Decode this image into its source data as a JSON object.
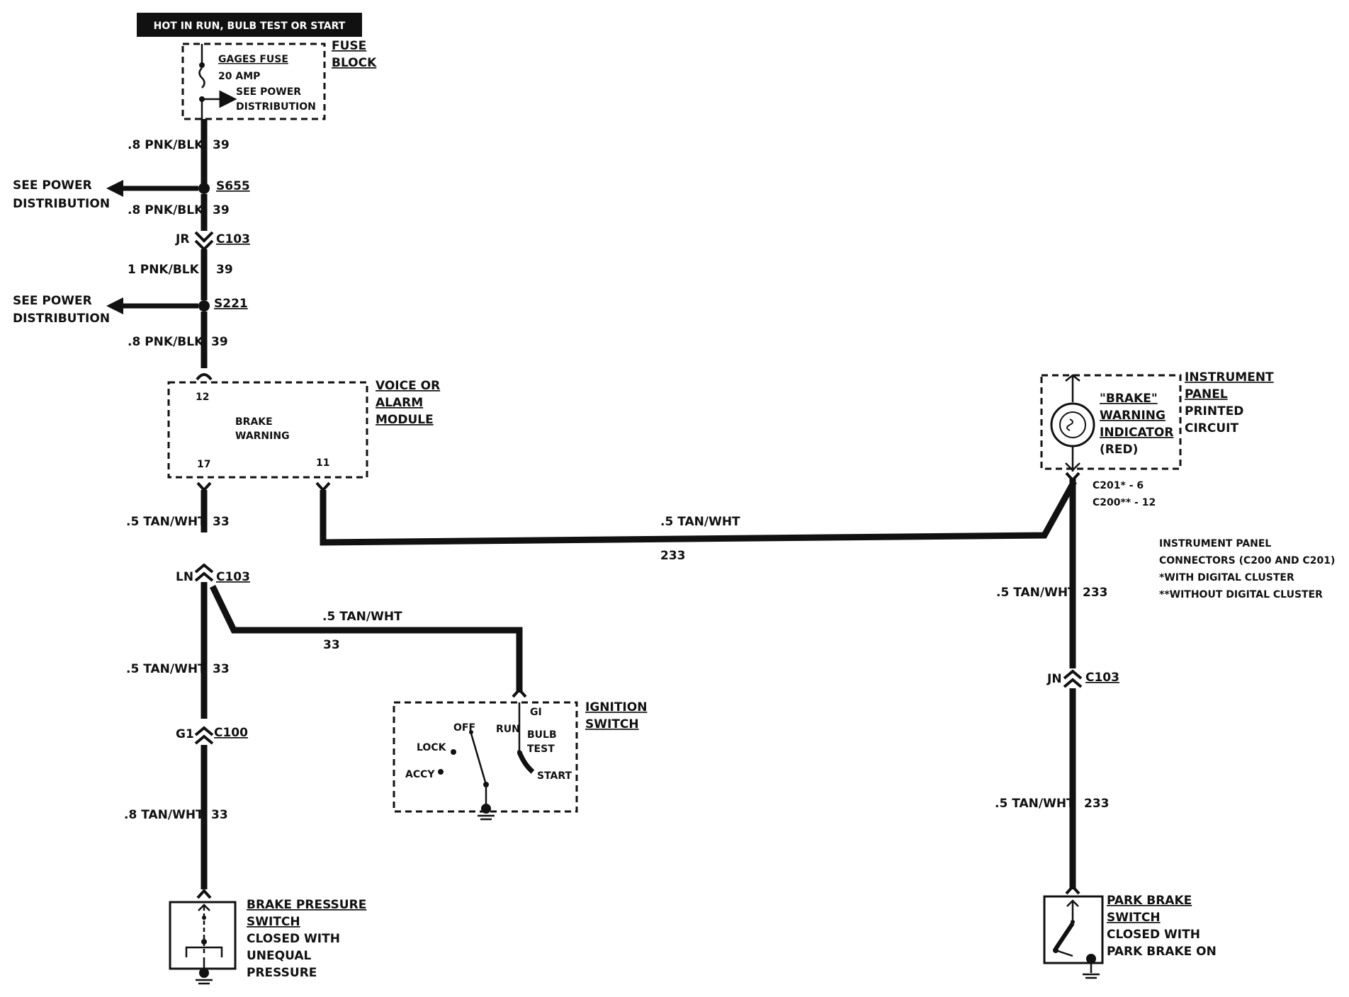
{
  "header": {
    "hot_label": "HOT IN RUN, BULB TEST OR START"
  },
  "fuse_block": {
    "title_line1": "FUSE",
    "title_line2": "BLOCK",
    "fuse_name": "GAGES FUSE",
    "fuse_rating": "20 AMP",
    "see_line1": "SEE POWER",
    "see_line2": "DISTRIBUTION"
  },
  "wires": {
    "w1_gauge": ".8 PNK/BLK",
    "w1_circuit": "39",
    "w2_gauge": ".8 PNK/BLK",
    "w2_circuit": "39",
    "w3_gauge": "1 PNK/BLK",
    "w3_circuit": "39",
    "w4_gauge": ".8 PNK/BLK",
    "w4_circuit": "39",
    "w5_gauge": ".5 TAN/WHT",
    "w5_circuit": "33",
    "w6_gauge": ".5 TAN/WHT",
    "w6_circuit": "33",
    "w7_gauge": ".8 TAN/WHT",
    "w7_circuit": "33",
    "w8_gauge": ".5 TAN/WHT",
    "w8_circuit": "33",
    "w9_gauge": ".5 TAN/WHT",
    "w9_circuit": "233",
    "w10_gauge": ".5 TAN/WHT",
    "w10_circuit": "233",
    "w11_gauge": ".5 TAN/WHT",
    "w11_circuit": "233"
  },
  "splices": {
    "s655": "S655",
    "s221": "S221",
    "see_power_1a": "SEE POWER",
    "see_power_1b": "DISTRIBUTION",
    "see_power_2a": "SEE POWER",
    "see_power_2b": "DISTRIBUTION"
  },
  "connectors": {
    "c103_a_pin": "JR",
    "c103_a": "C103",
    "c103_b_pin": "LN",
    "c103_b": "C103",
    "c100_pin": "G1",
    "c100": "C100",
    "c103_c_pin": "JN",
    "c103_c": "C103",
    "c201": "C201* - 6",
    "c200": "C200** - 12"
  },
  "module": {
    "title_line1": "VOICE OR",
    "title_line2": "ALARM",
    "title_line3": "MODULE",
    "pin_top": "12",
    "pin_left": "17",
    "pin_right": "11",
    "inner_line1": "BRAKE",
    "inner_line2": "WARNING"
  },
  "indicator": {
    "title_line1": "INSTRUMENT",
    "title_line2": "PANEL",
    "title_line3": "PRINTED",
    "title_line4": "CIRCUIT",
    "name_line1": "\"BRAKE\"",
    "name_line2": "WARNING",
    "name_line3": "INDICATOR",
    "name_line4": "(RED)"
  },
  "notes": {
    "line1": "INSTRUMENT PANEL",
    "line2": "CONNECTORS (C200 AND C201)",
    "line3": "*WITH DIGITAL CLUSTER",
    "line4": "**WITHOUT DIGITAL CLUSTER"
  },
  "ignition": {
    "title_line1": "IGNITION",
    "title_line2": "SWITCH",
    "pin": "GI",
    "off": "OFF",
    "run": "RUN",
    "lock": "LOCK",
    "accy": "ACCY",
    "bulb": "BULB",
    "test": "TEST",
    "start": "START"
  },
  "brake_pressure": {
    "line1": "BRAKE PRESSURE",
    "line2": "SWITCH",
    "line3": "CLOSED WITH",
    "line4": "UNEQUAL",
    "line5": "PRESSURE"
  },
  "park_brake": {
    "line1": "PARK BRAKE",
    "line2": "SWITCH",
    "line3": "CLOSED WITH",
    "line4": "PARK BRAKE ON"
  }
}
